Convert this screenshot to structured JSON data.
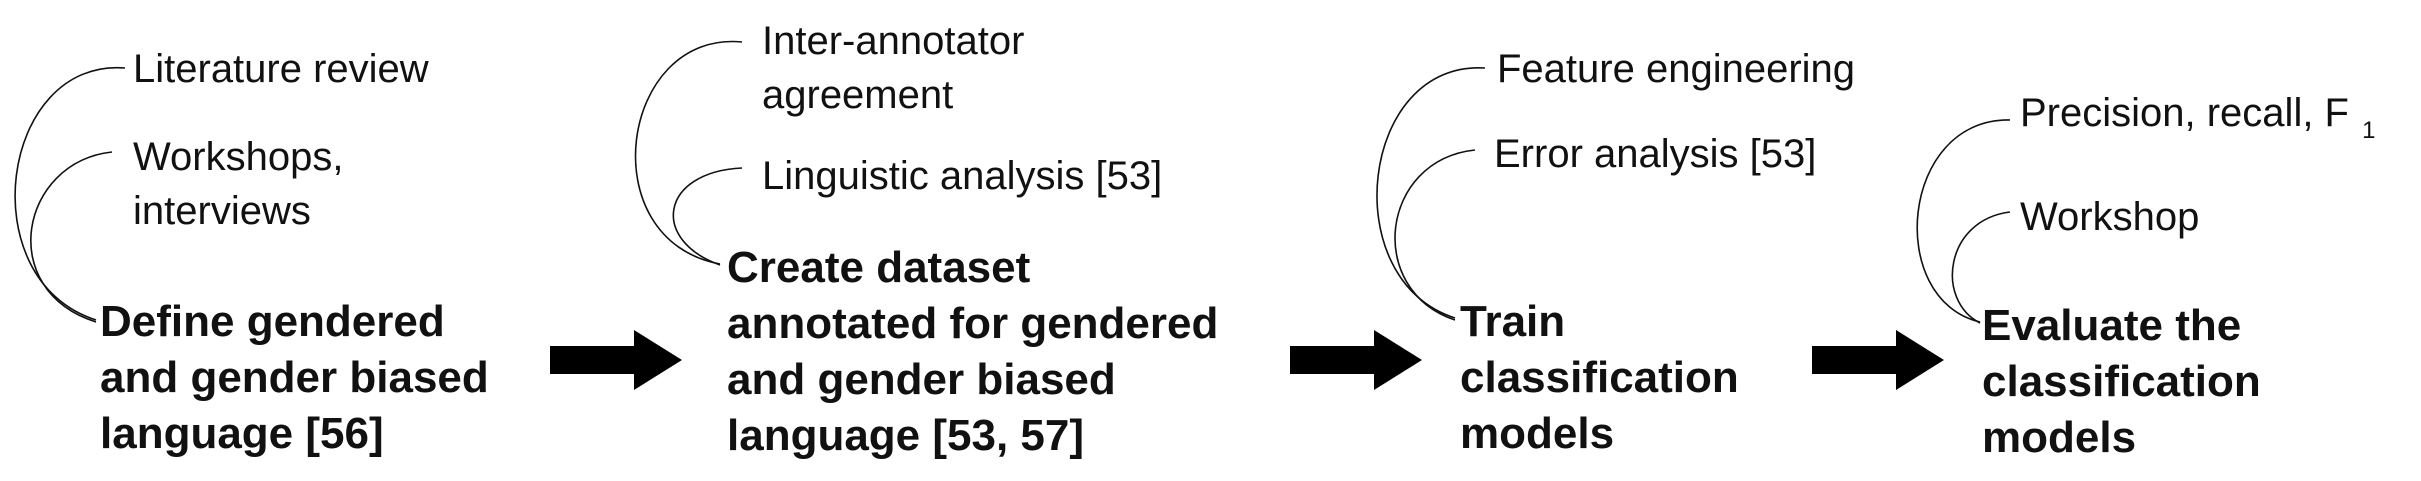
{
  "stages": [
    {
      "title_lines": [
        "Define gendered",
        "and gender biased",
        "language [56]"
      ],
      "methods": [
        {
          "lines": [
            "Literature review"
          ]
        },
        {
          "lines": [
            "Workshops,",
            "interviews"
          ]
        }
      ]
    },
    {
      "title_lines": [
        "Create dataset",
        "annotated for gendered",
        "and gender biased",
        "language [53, 57]"
      ],
      "methods": [
        {
          "lines": [
            "Inter-annotator",
            "agreement"
          ]
        },
        {
          "lines": [
            "Linguistic analysis [53]"
          ]
        }
      ]
    },
    {
      "title_lines": [
        "Train",
        "classification",
        "models"
      ],
      "methods": [
        {
          "lines": [
            "Feature engineering"
          ]
        },
        {
          "lines": [
            "Error analysis [53]"
          ]
        }
      ]
    },
    {
      "title_lines": [
        "Evaluate the",
        "classification",
        "models"
      ],
      "methods": [
        {
          "lines": [
            "Precision, recall, F"
          ],
          "subscript": "1"
        },
        {
          "lines": [
            "Workshop"
          ]
        }
      ]
    }
  ]
}
